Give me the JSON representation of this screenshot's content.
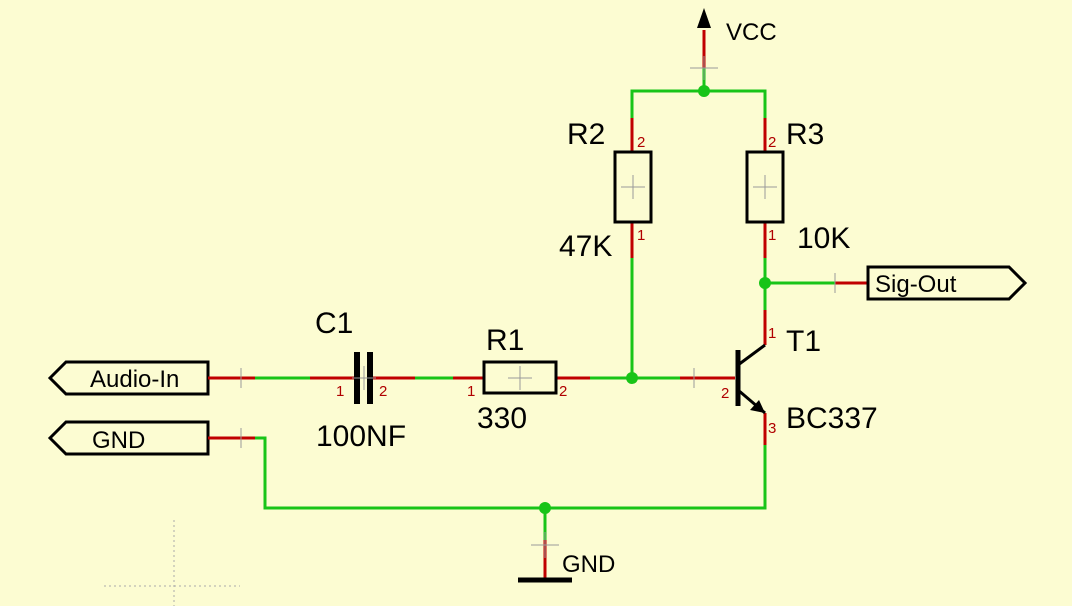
{
  "power": {
    "vcc_label": "VCC",
    "gnd_label": "GND"
  },
  "ports": {
    "audio_in": "Audio-In",
    "gnd": "GND",
    "sig_out": "Sig-Out"
  },
  "components": {
    "c1": {
      "name": "C1",
      "value": "100NF",
      "pin1": "1",
      "pin2": "2"
    },
    "r1": {
      "name": "R1",
      "value": "330",
      "pin1": "1",
      "pin2": "2"
    },
    "r2": {
      "name": "R2",
      "value": "47K",
      "pin1": "1",
      "pin2": "2"
    },
    "r3": {
      "name": "R3",
      "value": "10K",
      "pin1": "1",
      "pin2": "2"
    },
    "t1": {
      "name": "T1",
      "value": "BC337",
      "pin1": "1",
      "pin2": "2",
      "pin3": "3"
    }
  },
  "colors": {
    "background": "#fcfcd2",
    "wire": "#18c418",
    "lead": "#c00000",
    "symbol": "#000000"
  }
}
